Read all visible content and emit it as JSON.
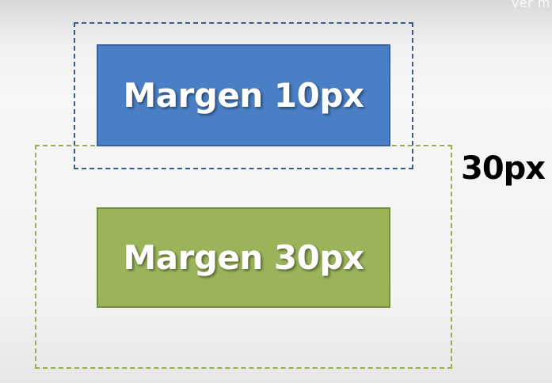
{
  "watermark": "ver m",
  "boxes": {
    "top_label": "Margen 10px",
    "bottom_label": "Margen 30px"
  },
  "gap_label": "30px",
  "colors": {
    "blue_box": "#4a7fc6",
    "green_box": "#9bb45a",
    "blue_dashed": "#3f5a84",
    "green_dashed": "#94b050"
  }
}
